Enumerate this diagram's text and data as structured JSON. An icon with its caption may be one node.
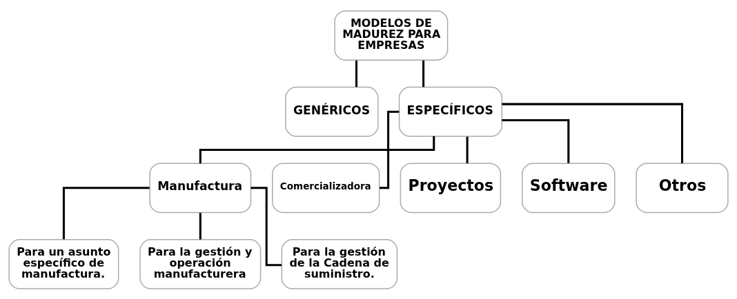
{
  "diagram": {
    "nodes": [
      {
        "text": [
          "MODELOS DE MADUREZ PARA EMPRESAS"
        ]
      },
      {
        "text": [
          "GENÉRICOS"
        ]
      },
      {
        "text": [
          "ESPECÍFICOS"
        ]
      },
      {
        "text": [
          "Manufactura"
        ]
      },
      {
        "text": [
          "Comercializadora"
        ]
      },
      {
        "text": [
          "Proyectos"
        ]
      },
      {
        "text": [
          "Software"
        ]
      },
      {
        "text": [
          "Otros"
        ]
      },
      {
        "text": [
          "Para un asunto específico de manufactura."
        ]
      },
      {
        "text": [
          "Para la gestión y operación manufacturera"
        ]
      },
      {
        "text": [
          "Para la gestión de la Cadena de suministro."
        ]
      }
    ],
    "edges": [
      {
        "from": 0,
        "to": 1,
        "arrow": "none"
      },
      {
        "from": 0,
        "to": 2,
        "arrow": "none"
      },
      {
        "from": 2,
        "to": 3,
        "arrow": "none"
      },
      {
        "from": 2,
        "to": 4,
        "arrow": "none"
      },
      {
        "from": 2,
        "to": 5,
        "arrow": "none"
      },
      {
        "from": 2,
        "to": 6,
        "arrow": "none"
      },
      {
        "from": 2,
        "to": 7,
        "arrow": "none"
      },
      {
        "from": 3,
        "to": 8,
        "arrow": "none"
      },
      {
        "from": 3,
        "to": 9,
        "arrow": "none"
      },
      {
        "from": 3,
        "to": 10,
        "arrow": "none"
      }
    ]
  }
}
